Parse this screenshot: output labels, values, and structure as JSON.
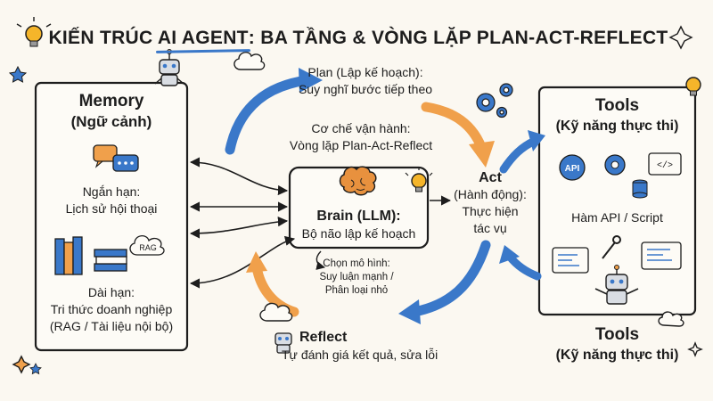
{
  "title": {
    "part1": "KIẾN TRÚC ",
    "highlight": "AI AGENT",
    "part2": ": BA TẦNG & VÒNG LẶP PLAN-ACT-REFLECT"
  },
  "memory": {
    "heading": "Memory",
    "subheading": "(Ngữ cảnh)",
    "short_term": {
      "label": "Ngắn hạn:",
      "desc": "Lịch sử hội thoại"
    },
    "long_term": {
      "label": "Dài hạn:",
      "desc_line1": "Tri thức doanh nghiệp",
      "desc_line2": "(RAG / Tài liệu nội bộ)",
      "cloud_label": "RAG"
    }
  },
  "loop": {
    "plan": {
      "title": "Plan (Lập kế hoạch):",
      "desc": "Suy nghĩ bước tiếp theo"
    },
    "mechanism": {
      "title": "Cơ chế vận hành:",
      "desc": "Vòng lặp Plan-Act-Reflect"
    },
    "act": {
      "line1": "Act",
      "line2": "(Hành động):",
      "line3": "Thực hiện",
      "line4": "tác vụ"
    },
    "reflect": {
      "title": "Reflect",
      "desc": "Tự đánh giá kết quả, sửa lỗi"
    }
  },
  "brain": {
    "title": "Brain (LLM):",
    "desc": "Bộ não lập kế hoạch",
    "model_note": {
      "line1": "Chọn mô hình:",
      "line2": "Suy luận mạnh /",
      "line3": "Phân loại nhỏ"
    }
  },
  "tools": {
    "heading": "Tools",
    "subheading": "(Kỹ năng thực thi)",
    "api_label": "Hàm API / Script",
    "api_icon_text": "API",
    "code_icon_text": "</>",
    "footer_heading": "Tools",
    "footer_subheading": "(Kỹ năng thực thi)"
  },
  "colors": {
    "arrow_blue": "#3a78c9",
    "arrow_orange": "#f0a04b",
    "gear_blue": "#3a78c9",
    "bulb_yellow": "#f5b52a",
    "brain_orange": "#e8913e",
    "chat_orange": "#f0a04b",
    "chat_blue": "#3a78c9"
  }
}
